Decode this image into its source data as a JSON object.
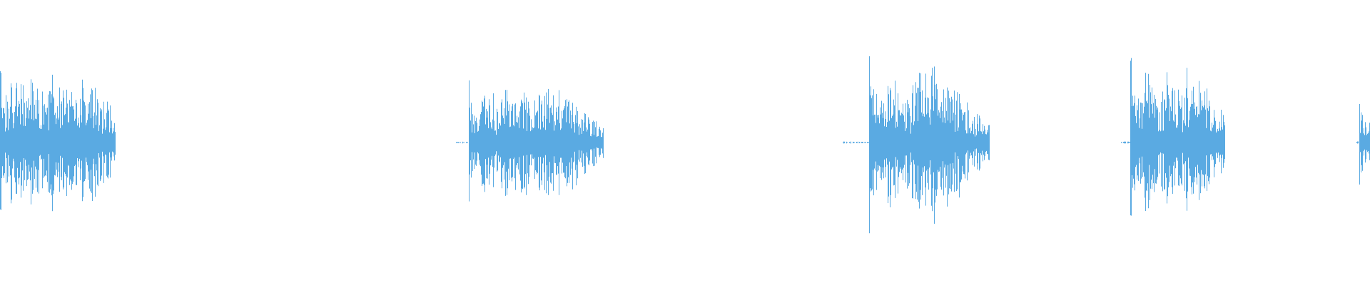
{
  "waveform": {
    "color": "#5aaae2",
    "background": "#ffffff",
    "segments": [
      {
        "start": 0.0,
        "end": 0.084,
        "peak": 0.55,
        "decay": 0.035,
        "transients": [
          0.0,
          0.008,
          0.022,
          0.038,
          0.06
        ]
      },
      {
        "start": 0.333,
        "end": 0.44,
        "peak": 0.47,
        "decay": 0.03,
        "transients": [
          0.342,
          0.352,
          0.366,
          0.38,
          0.392,
          0.402
        ]
      },
      {
        "start": 0.615,
        "end": 0.722,
        "peak": 0.72,
        "decay": 0.028,
        "transients": [
          0.634,
          0.648,
          0.666,
          0.68
        ]
      },
      {
        "start": 0.818,
        "end": 0.894,
        "peak": 0.6,
        "decay": 0.03,
        "transients": [
          0.825,
          0.836,
          0.852,
          0.866
        ]
      },
      {
        "start": 0.99,
        "end": 1.0,
        "peak": 0.32,
        "decay": 0.04,
        "transients": [
          0.992
        ]
      }
    ]
  }
}
